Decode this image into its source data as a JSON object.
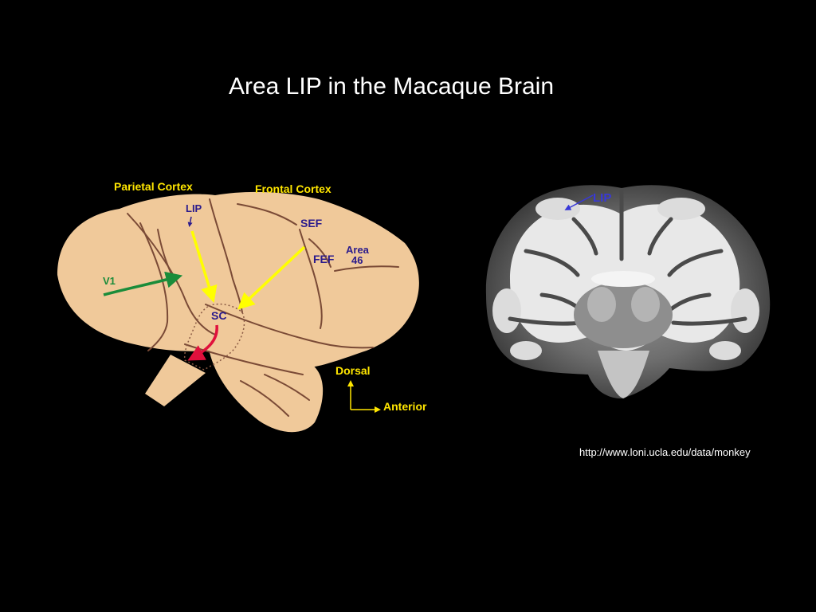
{
  "slide": {
    "title": "Area LIP in the Macaque Brain",
    "source_url": "http://www.loni.ucla.edu/data/monkey"
  },
  "brain_diagram": {
    "header_labels": {
      "parietal": "Parietal Cortex",
      "frontal": "Frontal Cortex"
    },
    "region_labels": {
      "lip": "LIP",
      "sef": "SEF",
      "fef": "FEF",
      "area_line1": "Area",
      "area_line2": "46",
      "v1": "V1",
      "sc": "SC"
    },
    "orientation": {
      "dorsal": "Dorsal",
      "anterior": "Anterior"
    }
  },
  "mri_scan": {
    "lip_label": "LIP"
  },
  "colors": {
    "background": "#000000",
    "brain_fill": "#f0c99a",
    "sulcus": "#7a4a36",
    "header_label": "#ffe600",
    "region_label": "#2a1a8c",
    "arrow_yellow": "#ffff00",
    "arrow_green": "#1a8c3a",
    "arrow_red": "#e0103c",
    "mri_label": "#3838d8"
  }
}
